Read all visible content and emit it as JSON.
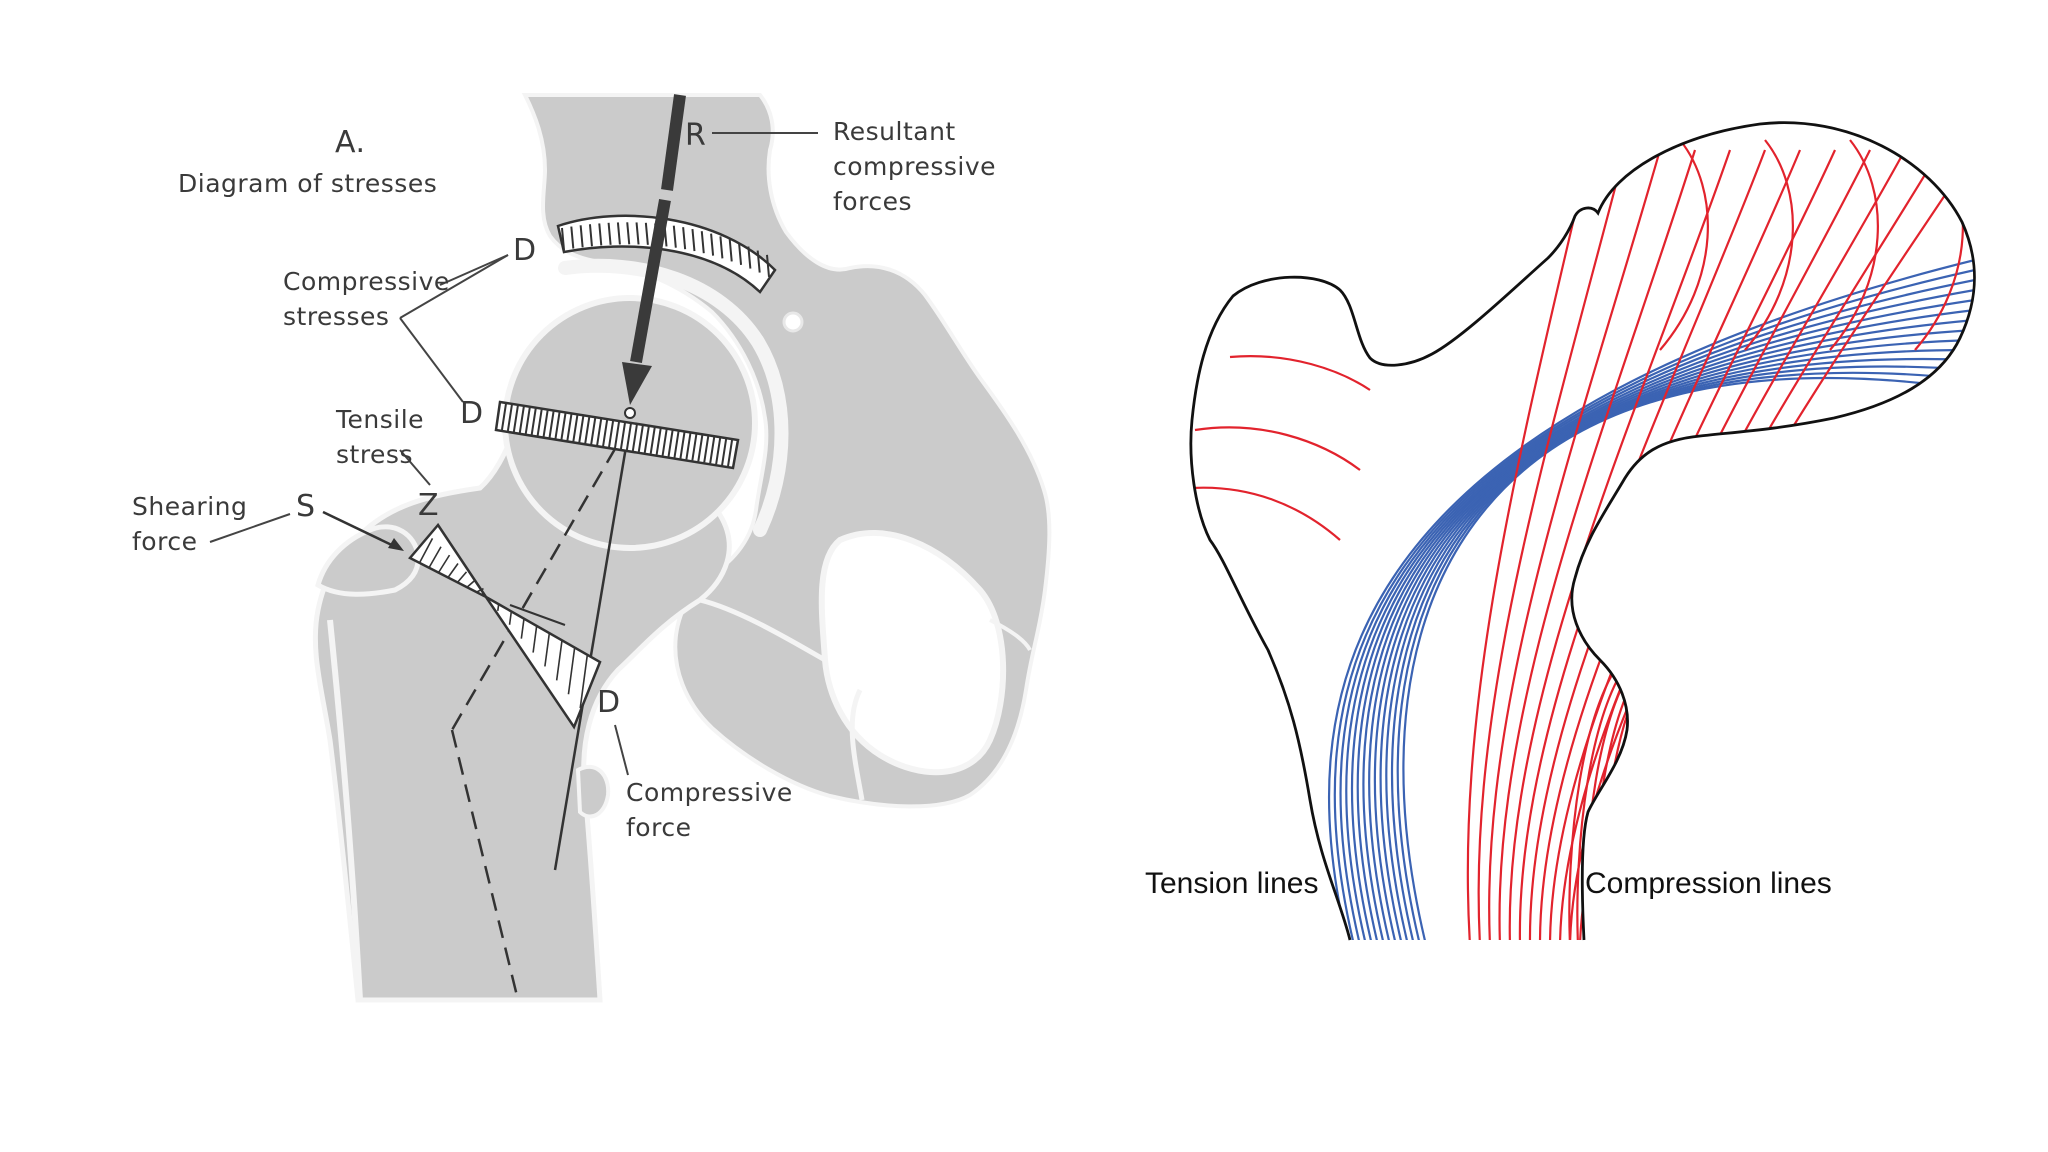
{
  "left_diagram": {
    "panel_letter": "A.",
    "title": "Diagram of stresses",
    "labels": {
      "resultant_line1": "Resultant",
      "resultant_line2": "compressive",
      "resultant_line3": "forces",
      "compressive_stresses_line1": "Compressive",
      "compressive_stresses_line2": "stresses",
      "tensile_line1": "Tensile",
      "tensile_line2": "stress",
      "shearing_line1": "Shearing",
      "shearing_line2": "force",
      "compressive_force_line1": "Compressive",
      "compressive_force_line2": "force"
    },
    "markers": {
      "r": "R",
      "d_top": "D",
      "d_middle": "D",
      "d_bottom": "D",
      "s": "S",
      "z": "Z"
    }
  },
  "right_diagram": {
    "tension_label": "Tension lines",
    "compression_label": "Compression lines",
    "colors": {
      "tension": "#3b63b3",
      "compression": "#e2232d",
      "outline": "#111111"
    }
  },
  "colors": {
    "bone_fill": "#cbcbcb",
    "bone_edge": "#f4f4f4",
    "label_text": "#3a3a3a"
  }
}
